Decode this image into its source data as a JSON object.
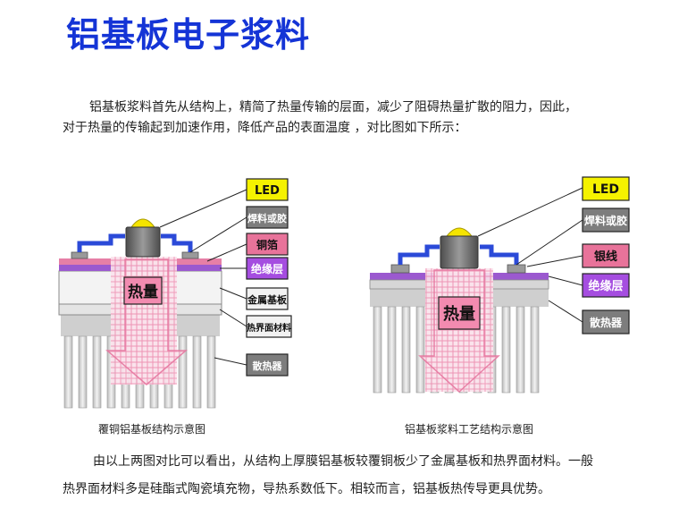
{
  "title": "铝基板电子浆料",
  "intro": {
    "line1": "铝基板浆料首先从结构上，精简了热量传输的层面，减少了阻碍热量扩散的阻力，因此，",
    "line2": "对于热量的传输起到加速作用，降低产品的表面温度 ，对比图如下所示："
  },
  "diagram_left": {
    "caption": "覆铜铝基板结构示意图",
    "heat_label": "热量",
    "labels": [
      "LED",
      "焊料或胶",
      "铜箔",
      "绝缘层",
      "金属基板",
      "热界面材料",
      "散热器"
    ]
  },
  "diagram_right": {
    "caption": "铝基板浆料工艺结构示意图",
    "heat_label": "热量",
    "labels": [
      "LED",
      "焊料或胶",
      "银线",
      "绝缘层",
      "散热器"
    ]
  },
  "conclusion": {
    "line1": "由以上两图对比可以看出，从结构上厚膜铝基板较覆铜板少了金属基板和热界面材料。一般",
    "line2": "热界面材料多是硅酯式陶瓷填充物，导热系数低下。相较而言，铝基板热传导更具优势。"
  },
  "colors": {
    "title": "#1434d6",
    "led_label_bg": "#f5f200",
    "solder_label_bg": "#7d7d7d",
    "copper_label_bg": "#e8739a",
    "insulation_label_bg": "#a54de0",
    "substrate_label_bg": "#f2f2f2",
    "sink_label_bg": "#7d7d7d",
    "heat_box": "#f28bb0",
    "connector_blue": "#2b4ad8"
  }
}
